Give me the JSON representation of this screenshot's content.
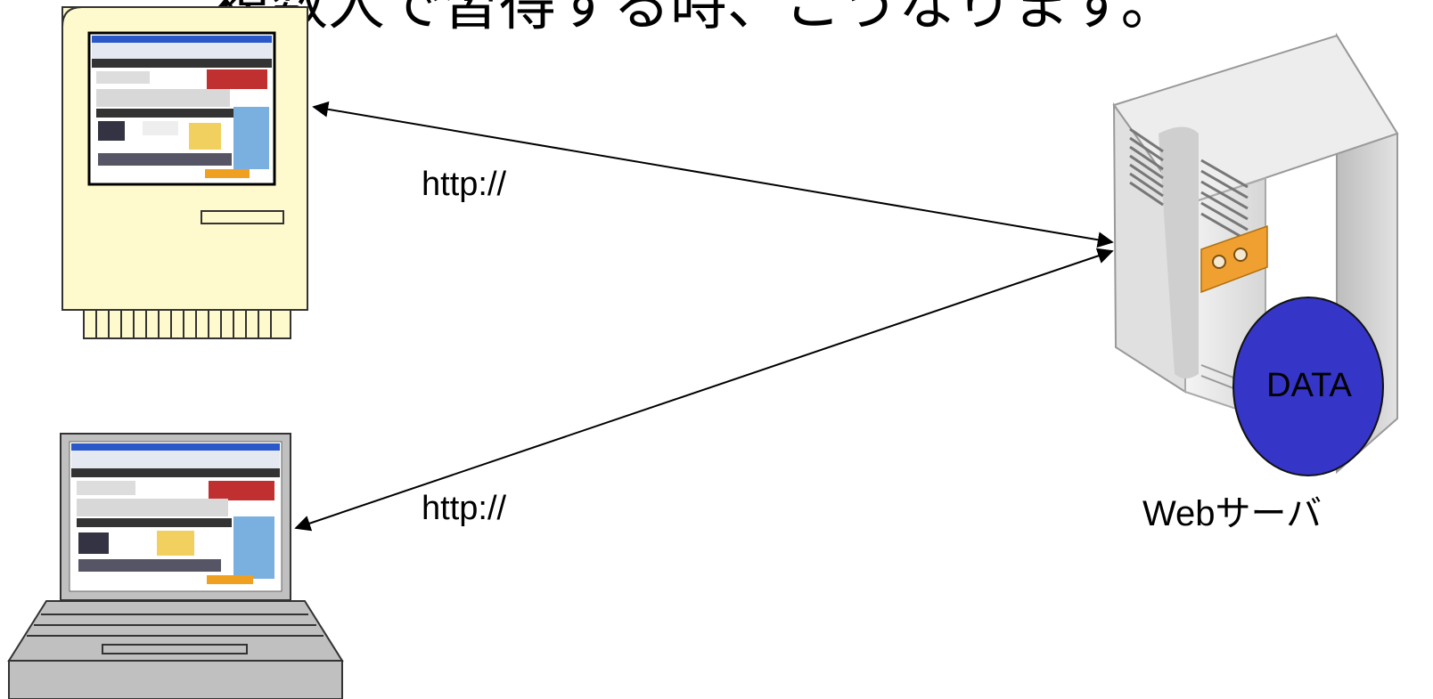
{
  "title": "複数人で習得する時、こうなります。",
  "connections": [
    {
      "label": "http://"
    },
    {
      "label": "http://"
    }
  ],
  "server": {
    "label": "Webサーバ",
    "data_label": "DATA"
  },
  "colors": {
    "desktop_body": "#fffacd",
    "laptop_body": "#c0c0c0",
    "server_panel": "#f0a030",
    "data_disc": "#3535c8",
    "line": "#000000"
  },
  "icons": [
    "desktop-computer-icon",
    "laptop-computer-icon",
    "web-server-icon",
    "database-disc-icon"
  ]
}
